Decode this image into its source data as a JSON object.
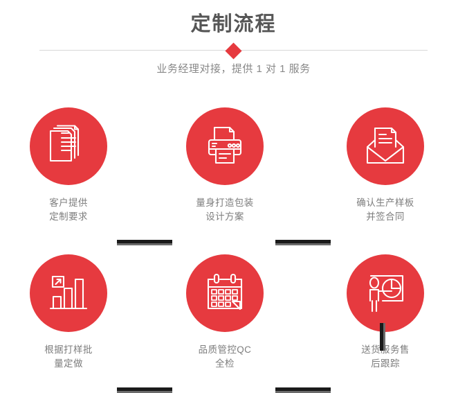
{
  "header": {
    "title": "定制流程",
    "subtitle": "业务经理对接，提供 1 对 1 服务",
    "divider_icon": "diamond-icon"
  },
  "theme": {
    "accent": "#e63a3f",
    "title_color": "#565656",
    "label_color": "#7d7d7d",
    "connector_color": "#1a1a1a",
    "connector_shadow": "#6b6b6b",
    "divider_color": "#d8d8d8"
  },
  "flow": {
    "steps": [
      {
        "icon": "documents-stack-icon",
        "line1": "客户提供",
        "line2": "定制要求"
      },
      {
        "icon": "printer-icon",
        "line1": "量身打造包装",
        "line2": "设计方案"
      },
      {
        "icon": "envelope-document-icon",
        "line1": "确认生产样板",
        "line2": "并签合同"
      },
      {
        "icon": "bar-chart-growth-icon",
        "line1": "根据打样批",
        "line2": "量定做"
      },
      {
        "icon": "calendar-check-icon",
        "line1": "品质管控QC",
        "line2": "全检"
      },
      {
        "icon": "presenter-pie-chart-icon",
        "line1": "送货服务售",
        "line2": "后跟踪"
      }
    ],
    "connectors": [
      {
        "name": "connector-step1-step2",
        "orientation": "horizontal"
      },
      {
        "name": "connector-step2-step3",
        "orientation": "horizontal"
      },
      {
        "name": "connector-step3-step4",
        "orientation": "vertical"
      },
      {
        "name": "connector-step4-step5",
        "orientation": "horizontal"
      },
      {
        "name": "connector-step5-step6",
        "orientation": "horizontal"
      }
    ]
  }
}
